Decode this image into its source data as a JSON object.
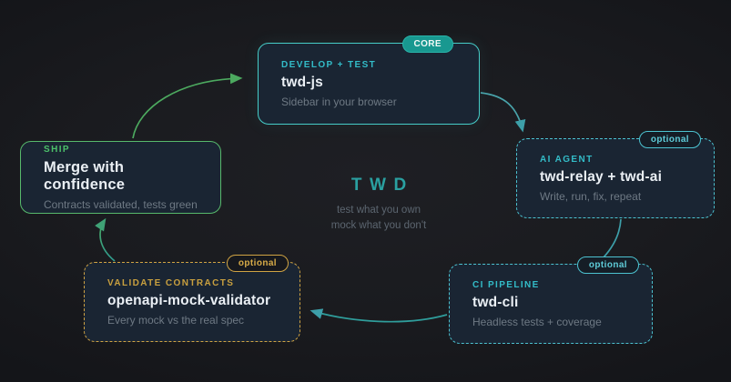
{
  "center": {
    "brand": "TWD",
    "tagline_line1": "test what you own",
    "tagline_line2": "mock what you don't"
  },
  "nodes": {
    "develop": {
      "badge": "CORE",
      "eyebrow": "DEVELOP + TEST",
      "title": "twd-js",
      "subtitle": "Sidebar in your browser"
    },
    "ai": {
      "badge": "optional",
      "eyebrow": "AI AGENT",
      "title": "twd-relay + twd-ai",
      "subtitle": "Write, run, fix, repeat"
    },
    "ci": {
      "badge": "optional",
      "eyebrow": "CI PIPELINE",
      "title": "twd-cli",
      "subtitle": "Headless tests + coverage"
    },
    "validate": {
      "badge": "optional",
      "eyebrow": "VALIDATE CONTRACTS",
      "title": "openapi-mock-validator",
      "subtitle": "Every mock vs the real spec"
    },
    "ship": {
      "eyebrow": "SHIP",
      "title": "Merge with confidence",
      "subtitle": "Contracts validated, tests green"
    }
  },
  "colors": {
    "background": "#1a1b1f",
    "node_fill": "#1a2533",
    "teal_border": "#4cc2d0",
    "core_teal": "#46cdc8",
    "core_badge_fill": "#189890",
    "green": "#57b96c",
    "amber": "#d0a343",
    "title_text": "#eaeff4",
    "subtitle_text": "#6e7984",
    "brand_teal": "#2aa0a1",
    "arrow_green": "#4ca95f",
    "arrow_teal": "#2f9d9b"
  }
}
